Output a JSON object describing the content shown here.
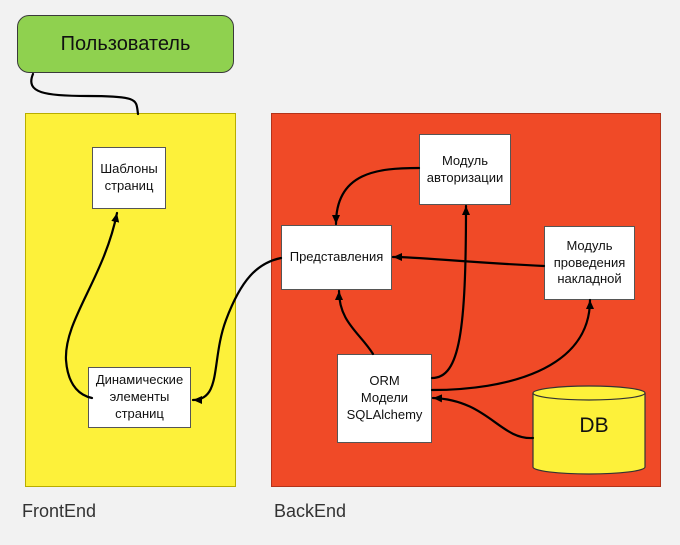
{
  "nodes": {
    "user": "Пользователь",
    "templates": "Шаблоны\nстраниц",
    "dynamic": "Динамические\nэлементы\nстраниц",
    "views": "Представления",
    "auth": "Модуль\nавторизации",
    "invoice": "Модуль\nпроведения\nнакладной",
    "orm": "ORM\nМодели\nSQLAlchemy",
    "db": "DB"
  },
  "panels": {
    "frontend": "FrontEnd",
    "backend": "BackEnd"
  },
  "colors": {
    "user_fill": "#8fd14f",
    "frontend_fill": "#fdf13a",
    "backend_fill": "#f04a27",
    "db_fill": "#fdf13a",
    "box_fill": "#ffffff",
    "edge": "#000000"
  },
  "edges": [
    {
      "from": "user",
      "to": "frontend"
    },
    {
      "from": "dynamic",
      "to": "templates"
    },
    {
      "from": "views",
      "to": "dynamic"
    },
    {
      "from": "auth",
      "to": "views"
    },
    {
      "from": "invoice",
      "to": "views"
    },
    {
      "from": "orm",
      "to": "views"
    },
    {
      "from": "orm",
      "to": "auth"
    },
    {
      "from": "orm",
      "to": "invoice"
    },
    {
      "from": "db",
      "to": "orm"
    }
  ]
}
